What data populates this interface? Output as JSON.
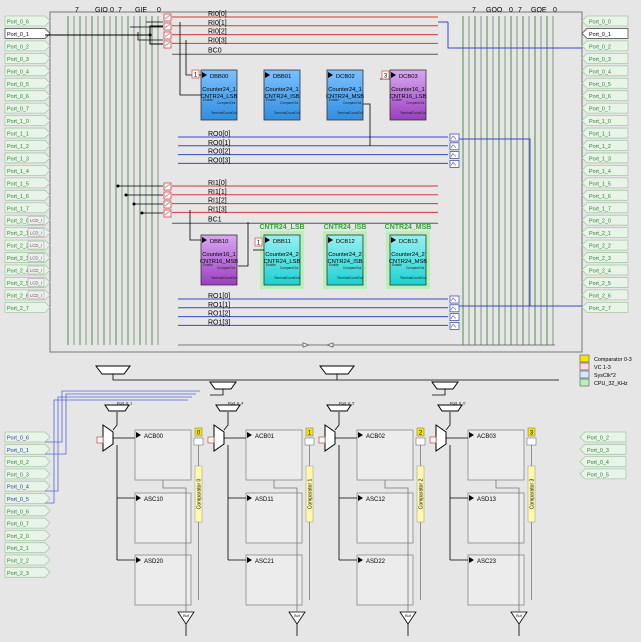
{
  "bus_labels": {
    "gio": "GIO",
    "gie": "GIE",
    "goo": "GOO",
    "goe": "GOE",
    "bit7": "7",
    "bit0": "0"
  },
  "left_ports_top": [
    "Port_0_6",
    "Port_0_1",
    "Port_0_2",
    "Port_0_3",
    "Port_0_4",
    "Port_0_5",
    "Port_0_6",
    "Port_0_7",
    "Port_1_0",
    "Port_1_1",
    "Port_1_2",
    "Port_1_3",
    "Port_1_4",
    "Port_1_5",
    "Port_1_6",
    "Port_1_7",
    "Port_2_0",
    "Port_2_1",
    "Port_2_2",
    "Port_2_3",
    "Port_2_4",
    "Port_2_5",
    "Port_2_6",
    "Port_2_7"
  ],
  "lcd_labels": [
    "LCD_I",
    "LCD_I",
    "LCD_I",
    "LCD_I",
    "LCD_I",
    "LCD_I",
    "LCD_I"
  ],
  "right_ports_top": [
    "Port_0_0",
    "Port_0_1",
    "Port_0_2",
    "Port_0_3",
    "Port_0_4",
    "Port_0_5",
    "Port_0_6",
    "Port_0_7",
    "Port_1_0",
    "Port_1_1",
    "Port_1_2",
    "Port_1_3",
    "Port_1_4",
    "Port_1_5",
    "Port_1_6",
    "Port_1_7",
    "Port_2_0",
    "Port_2_1",
    "Port_2_2",
    "Port_2_3",
    "Port_2_4",
    "Port_2_5",
    "Port_2_6",
    "Port_2_7"
  ],
  "selected_left_port": 1,
  "selected_right_port": 1,
  "row0_inputs": [
    "RI0[0]",
    "RI0[1]",
    "RI0[2]",
    "RI0[3]"
  ],
  "row0_bc": "BC0",
  "row0_outputs": [
    "RO0[0]",
    "RO0[1]",
    "RO0[2]",
    "RO0[3]"
  ],
  "row1_inputs": [
    "RI1[0]",
    "RI1[1]",
    "RI1[2]",
    "RI1[3]"
  ],
  "row1_bc": "BC1",
  "row1_outputs": [
    "RO1[0]",
    "RO1[1]",
    "RO1[2]",
    "RO1[3]"
  ],
  "digital_blocks_row0": [
    {
      "id": "DBB00",
      "line1": "Counter24_1",
      "line2": "CNTR24_LSB",
      "kind": "blue"
    },
    {
      "id": "DBB01",
      "line1": "Counter24_1",
      "line2": "CNTR24_ISB",
      "kind": "blue"
    },
    {
      "id": "DCB02",
      "line1": "Counter24_1",
      "line2": "CNTR24_MSB",
      "kind": "blue"
    },
    {
      "id": "DCB03",
      "line1": "Counter16_1",
      "line2": "CNTR16_LSB",
      "kind": "purple"
    }
  ],
  "digital_blocks_row1": [
    {
      "id": "DBB10",
      "line1": "Counter16_1",
      "line2": "CNTR16_MSB",
      "kind": "purple",
      "title": ""
    },
    {
      "id": "DBB11",
      "line1": "Counter24_2",
      "line2": "CNTR24_LSB",
      "kind": "cyan",
      "title": "CNTR24_LSB"
    },
    {
      "id": "DCB12",
      "line1": "Counter24_2",
      "line2": "CNTR24_ISB",
      "kind": "cyan",
      "title": "CNTR24_ISB"
    },
    {
      "id": "DCB13",
      "line1": "Counter24_2",
      "line2": "CNTR24_MSB",
      "kind": "cyan",
      "title": "CNTR24_MSB"
    }
  ],
  "block_pin_labels": {
    "enable": "Enable",
    "compare_out": "CompareOut",
    "terminal_count": "TerminalCountOut"
  },
  "input_mux_numbers": {
    "row0_a": "1",
    "row0_d": "3",
    "row1_b": "1"
  },
  "legend": [
    {
      "label": "Comparator 0-3",
      "color": "#f5e600"
    },
    {
      "label": "VC 1-3",
      "color": "#ffd8d8"
    },
    {
      "label": "SysClk*2",
      "color": "#cfe8ff"
    },
    {
      "label": "CPU_32_KHz",
      "color": "#b9f0b9"
    }
  ],
  "left_ports_bottom": [
    "Port_0_6",
    "Port_0_1",
    "Port_0_2",
    "Port_0_3",
    "Port_0_4",
    "Port_0_5",
    "Port_0_6",
    "Port_0_7",
    "Port_2_0",
    "Port_2_1",
    "Port_2_2",
    "Port_2_3"
  ],
  "right_ports_bottom": [
    "Port_0_2",
    "Port_0_3",
    "Port_0_4",
    "Port_0_5"
  ],
  "analog_columns": [
    {
      "ct": "ACB00",
      "sc1": "ASC10",
      "sc2": "ASD20",
      "comp": "Comparator 0",
      "num": "0",
      "mux": "Port_0_1"
    },
    {
      "ct": "ACB01",
      "sc1": "ASD11",
      "sc2": "ASC21",
      "comp": "Comparator 1",
      "num": "1",
      "mux": "Port_0_4"
    },
    {
      "ct": "ACB02",
      "sc1": "ASC12",
      "sc2": "ASD22",
      "comp": "Comparator 2",
      "num": "2",
      "mux": "Port_0_5"
    },
    {
      "ct": "ACB03",
      "sc1": "ASD13",
      "sc2": "ASC23",
      "comp": "Comparator 3",
      "num": "3",
      "mux": "Port_0_0"
    }
  ],
  "buffer_label": "Buf"
}
